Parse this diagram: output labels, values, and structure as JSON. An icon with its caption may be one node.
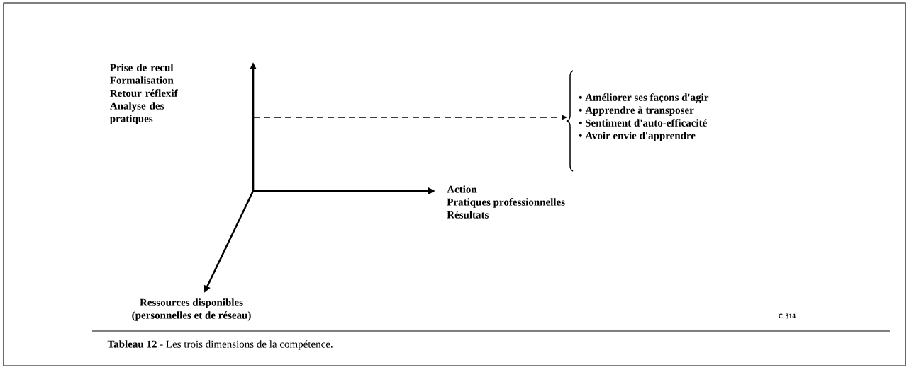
{
  "diagram": {
    "caption": "**Tableau 12** - Les trois dimensions de la compétence.",
    "nodes": [
      {
        "text": [
          "Prise de recul",
          "Formalisation",
          "Retour réflexif",
          "Analyse des pratiques"
        ]
      },
      {
        "text": [
          "Action",
          "Pratiques professionnelles",
          "Résultats"
        ]
      },
      {
        "text": [
          "Ressources disponibles",
          "(personnelles et de réseau)"
        ]
      },
      {
        "text": [
          "• Améliorer ses façons d'agir",
          "• Apprendre à transposer",
          "• Sentiment d'auto-efficacité",
          "• Avoir envie d'apprendre"
        ]
      }
    ],
    "edges": [
      {
        "from": null,
        "to": 1,
        "arrow": "to"
      },
      {
        "from": null,
        "to": 2,
        "arrow": "to"
      },
      {
        "from": null,
        "to": 3,
        "arrow": "to",
        "style": "dashed"
      }
    ],
    "labels": [
      "C 314"
    ]
  }
}
